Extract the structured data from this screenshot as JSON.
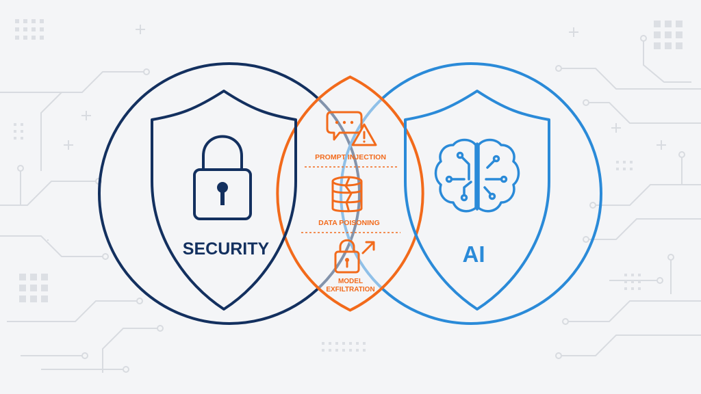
{
  "colors": {
    "background": "#f4f5f7",
    "security": "#13305f",
    "ai": "#2a8ad8",
    "overlap": "#f26a1b",
    "circuit": "#d8dbe0"
  },
  "security": {
    "label": "SECURITY",
    "icon": "padlock-icon"
  },
  "ai": {
    "label": "AI",
    "icon": "brain-circuit-icon"
  },
  "overlap": {
    "items": [
      {
        "label": "PROMPT INJECTION",
        "icon": "chat-warning-icon"
      },
      {
        "label": "DATA POISONING",
        "icon": "cracked-database-icon"
      },
      {
        "label_line1": "MODEL",
        "label_line2": "EXFILTRATION",
        "icon": "lock-arrow-icon"
      }
    ]
  }
}
